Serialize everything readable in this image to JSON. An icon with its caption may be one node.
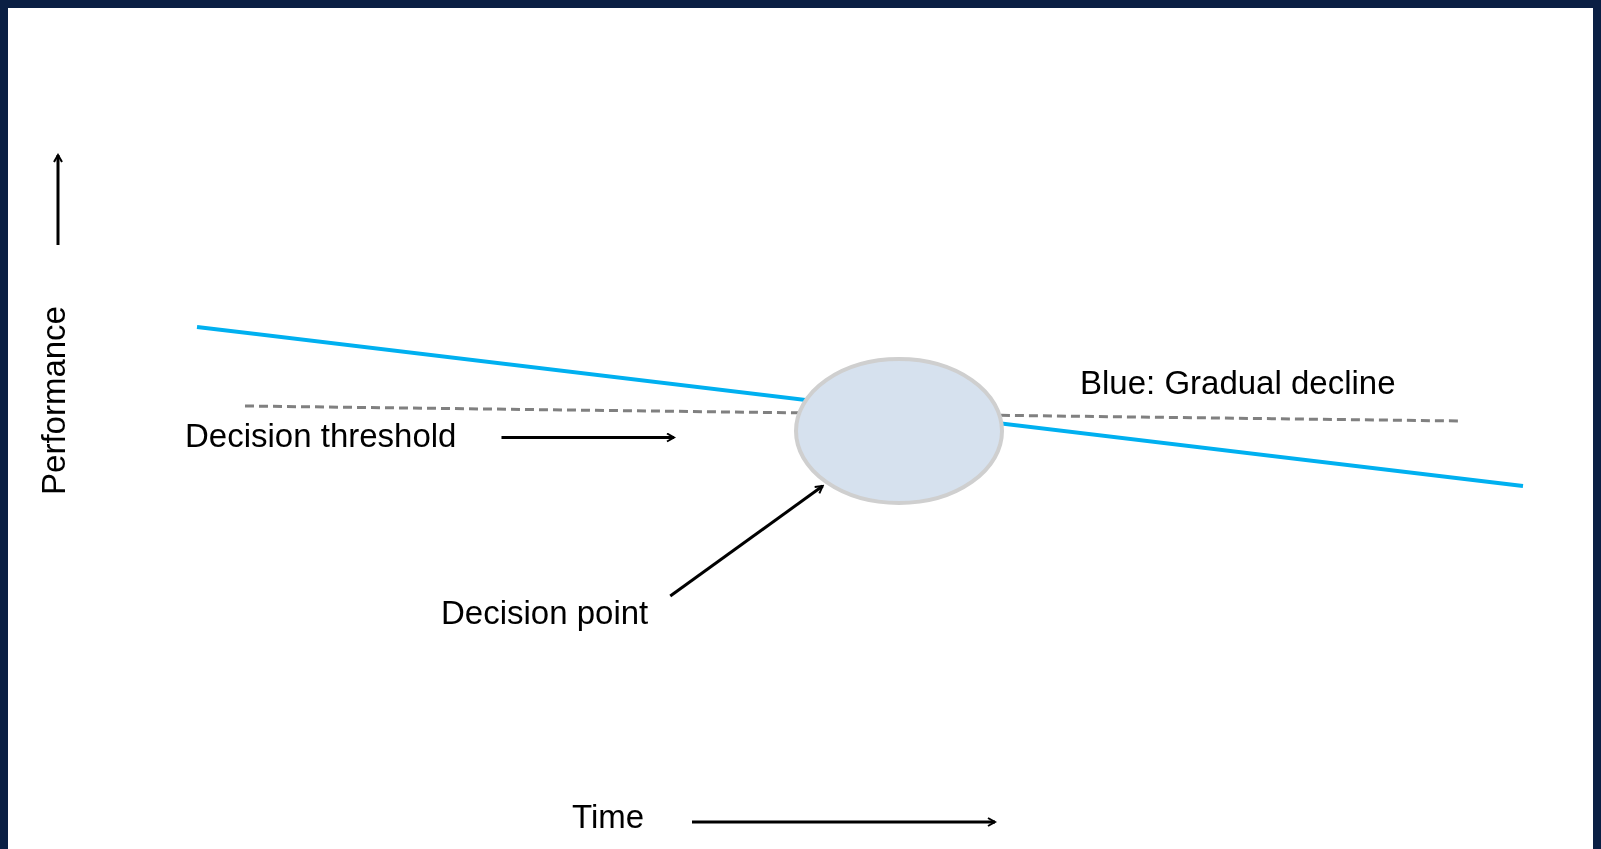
{
  "diagram": {
    "nodes": [
      {
        "text": [
          "Decision threshold"
        ]
      },
      {
        "text": [
          "Decision point"
        ]
      },
      {
        "text": [],
        "shape": "ellipse"
      }
    ],
    "edges": [
      {
        "from": 0,
        "to": null,
        "arrow": "to"
      },
      {
        "from": 1,
        "to": 2,
        "arrow": "to"
      }
    ],
    "labels": [
      "Performance",
      "Blue: Gradual decline",
      "Time"
    ]
  }
}
